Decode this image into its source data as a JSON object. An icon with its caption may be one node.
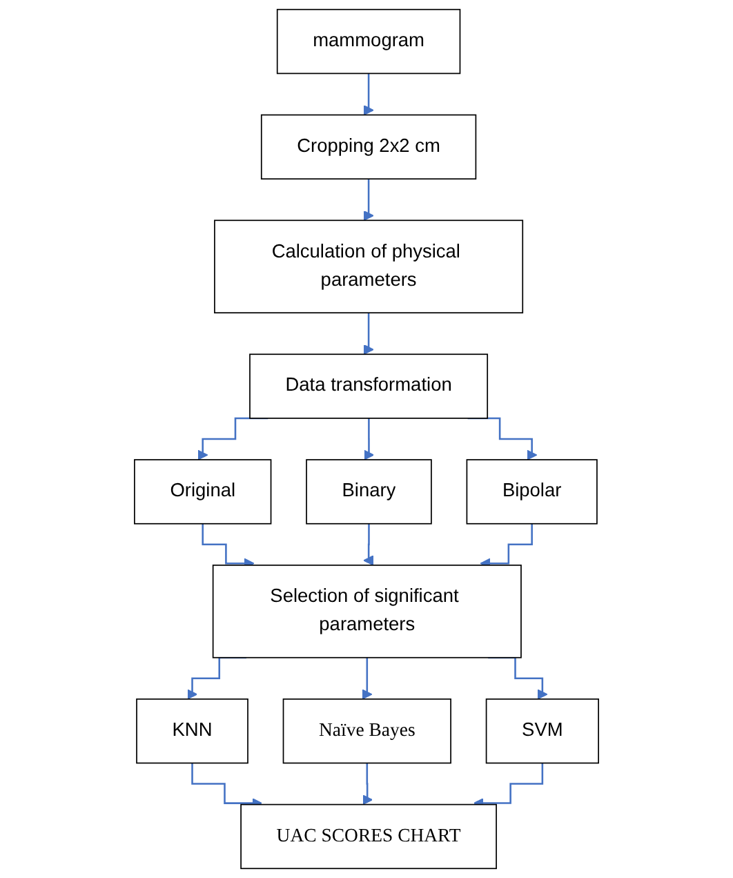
{
  "diagram": {
    "nodes": [
      {
        "text": [
          "mammogram"
        ]
      },
      {
        "text": [
          "Cropping 2x2 cm"
        ]
      },
      {
        "text": [
          "Calculation of physical parameters"
        ]
      },
      {
        "text": [
          "Data transformation"
        ]
      },
      {
        "text": [
          "Original"
        ]
      },
      {
        "text": [
          "Binary"
        ]
      },
      {
        "text": [
          "Bipolar"
        ]
      },
      {
        "text": [
          "Selection of significant parameters"
        ]
      },
      {
        "text": [
          "KNN"
        ]
      },
      {
        "text": [
          "Naïve Bayes"
        ]
      },
      {
        "text": [
          "SVM"
        ]
      },
      {
        "text": [
          "UAC SCORES CHART"
        ]
      }
    ],
    "edges": [
      {
        "from": 0,
        "to": 1,
        "arrow": "to"
      },
      {
        "from": 1,
        "to": 2,
        "arrow": "to"
      },
      {
        "from": 2,
        "to": 3,
        "arrow": "to"
      },
      {
        "from": 3,
        "to": 4,
        "arrow": "to"
      },
      {
        "from": 3,
        "to": 5,
        "arrow": "to"
      },
      {
        "from": 3,
        "to": 6,
        "arrow": "to"
      },
      {
        "from": 4,
        "to": 7,
        "arrow": "to"
      },
      {
        "from": 5,
        "to": 7,
        "arrow": "to"
      },
      {
        "from": 6,
        "to": 7,
        "arrow": "to"
      },
      {
        "from": 7,
        "to": 8,
        "arrow": "to"
      },
      {
        "from": 7,
        "to": 9,
        "arrow": "to"
      },
      {
        "from": 7,
        "to": 10,
        "arrow": "to"
      },
      {
        "from": 8,
        "to": 11,
        "arrow": "to"
      },
      {
        "from": 9,
        "to": 11,
        "arrow": "to"
      },
      {
        "from": 10,
        "to": 11,
        "arrow": "to"
      }
    ]
  }
}
